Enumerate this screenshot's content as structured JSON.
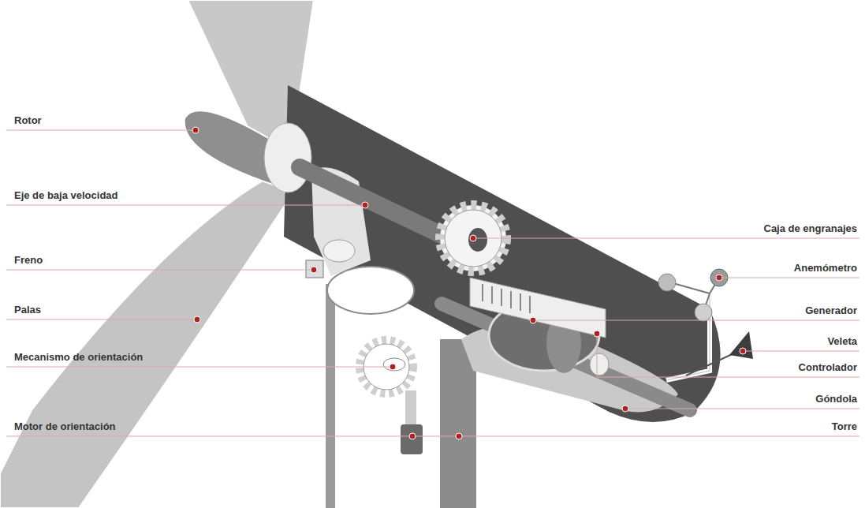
{
  "diagram": {
    "labels": [
      "Rotor",
      "Eje de baja velocidad",
      "Freno",
      "Palas",
      "Mecanismo de orientación",
      "Motor de orientación",
      "Caja de engranajes",
      "Anemómetro",
      "Generador",
      "Veleta",
      "Controlador",
      "Góndola",
      "Torre"
    ]
  }
}
